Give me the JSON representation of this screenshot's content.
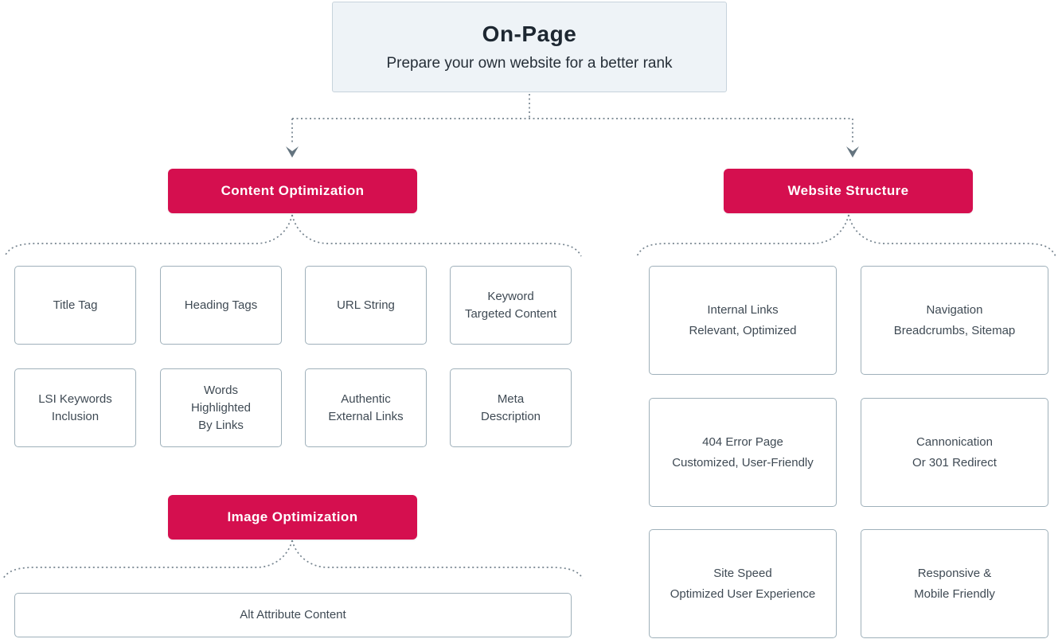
{
  "colors": {
    "accent_red": "#d50f4f",
    "root_bg": "#eef3f7",
    "root_border": "#c7d3dc",
    "node_border": "#9fb0ba",
    "connector_gray": "#76848f",
    "title_text": "#1d2731",
    "body_text": "#3f4a54"
  },
  "root": {
    "title": "On-Page",
    "subtitle": "Prepare your own website for a better rank"
  },
  "content_optimization": {
    "label": "Content Optimization",
    "items": [
      {
        "lines": [
          "Title Tag"
        ]
      },
      {
        "lines": [
          "Heading Tags"
        ]
      },
      {
        "lines": [
          "URL String"
        ]
      },
      {
        "lines": [
          "Keyword",
          "Targeted Content"
        ]
      },
      {
        "lines": [
          "LSI Keywords",
          "Inclusion"
        ]
      },
      {
        "lines": [
          "Words",
          "Highlighted",
          "By Links"
        ]
      },
      {
        "lines": [
          "Authentic",
          "External Links"
        ]
      },
      {
        "lines": [
          "Meta",
          "Description"
        ]
      }
    ]
  },
  "website_structure": {
    "label": "Website Structure",
    "items": [
      {
        "lines": [
          "Internal Links",
          "Relevant, Optimized"
        ]
      },
      {
        "lines": [
          "Navigation",
          "Breadcrumbs, Sitemap"
        ]
      },
      {
        "lines": [
          "404 Error Page",
          "Customized, User-Friendly"
        ]
      },
      {
        "lines": [
          "Cannonication",
          "Or 301 Redirect"
        ]
      },
      {
        "lines": [
          "Site Speed",
          "Optimized User Experience"
        ]
      },
      {
        "lines": [
          "Responsive &",
          "Mobile Friendly"
        ]
      }
    ]
  },
  "image_optimization": {
    "label": "Image Optimization",
    "items": [
      {
        "lines": [
          "Alt Attribute Content"
        ]
      }
    ]
  }
}
